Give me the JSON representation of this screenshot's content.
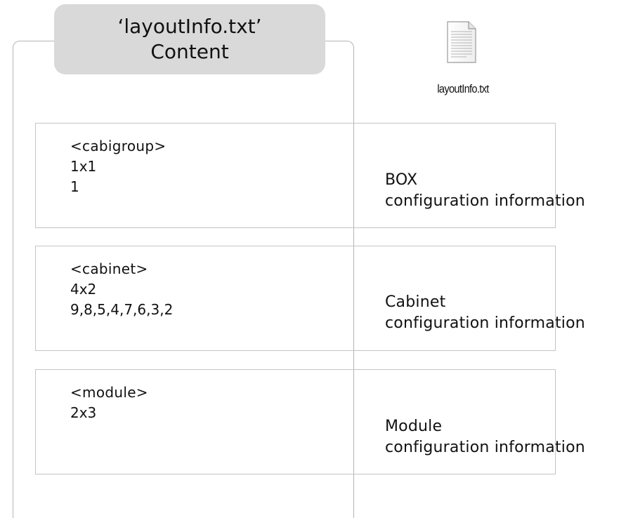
{
  "title_tab": {
    "line1": "‘layoutInfo.txt’",
    "line2": "Content"
  },
  "file": {
    "icon": "text-file-icon",
    "label": "layoutInfo.txt"
  },
  "sections": [
    {
      "lines": [
        "<cabigroup>",
        "1x1",
        "1"
      ],
      "desc_line1": "BOX",
      "desc_line2": "configuration information"
    },
    {
      "lines": [
        "<cabinet>",
        "4x2",
        "9,8,5,4,7,6,3,2"
      ],
      "desc_line1": "Cabinet",
      "desc_line2": "configuration information"
    },
    {
      "lines": [
        "<module>",
        "2x3"
      ],
      "desc_line1": "Module",
      "desc_line2": "configuration information"
    }
  ]
}
